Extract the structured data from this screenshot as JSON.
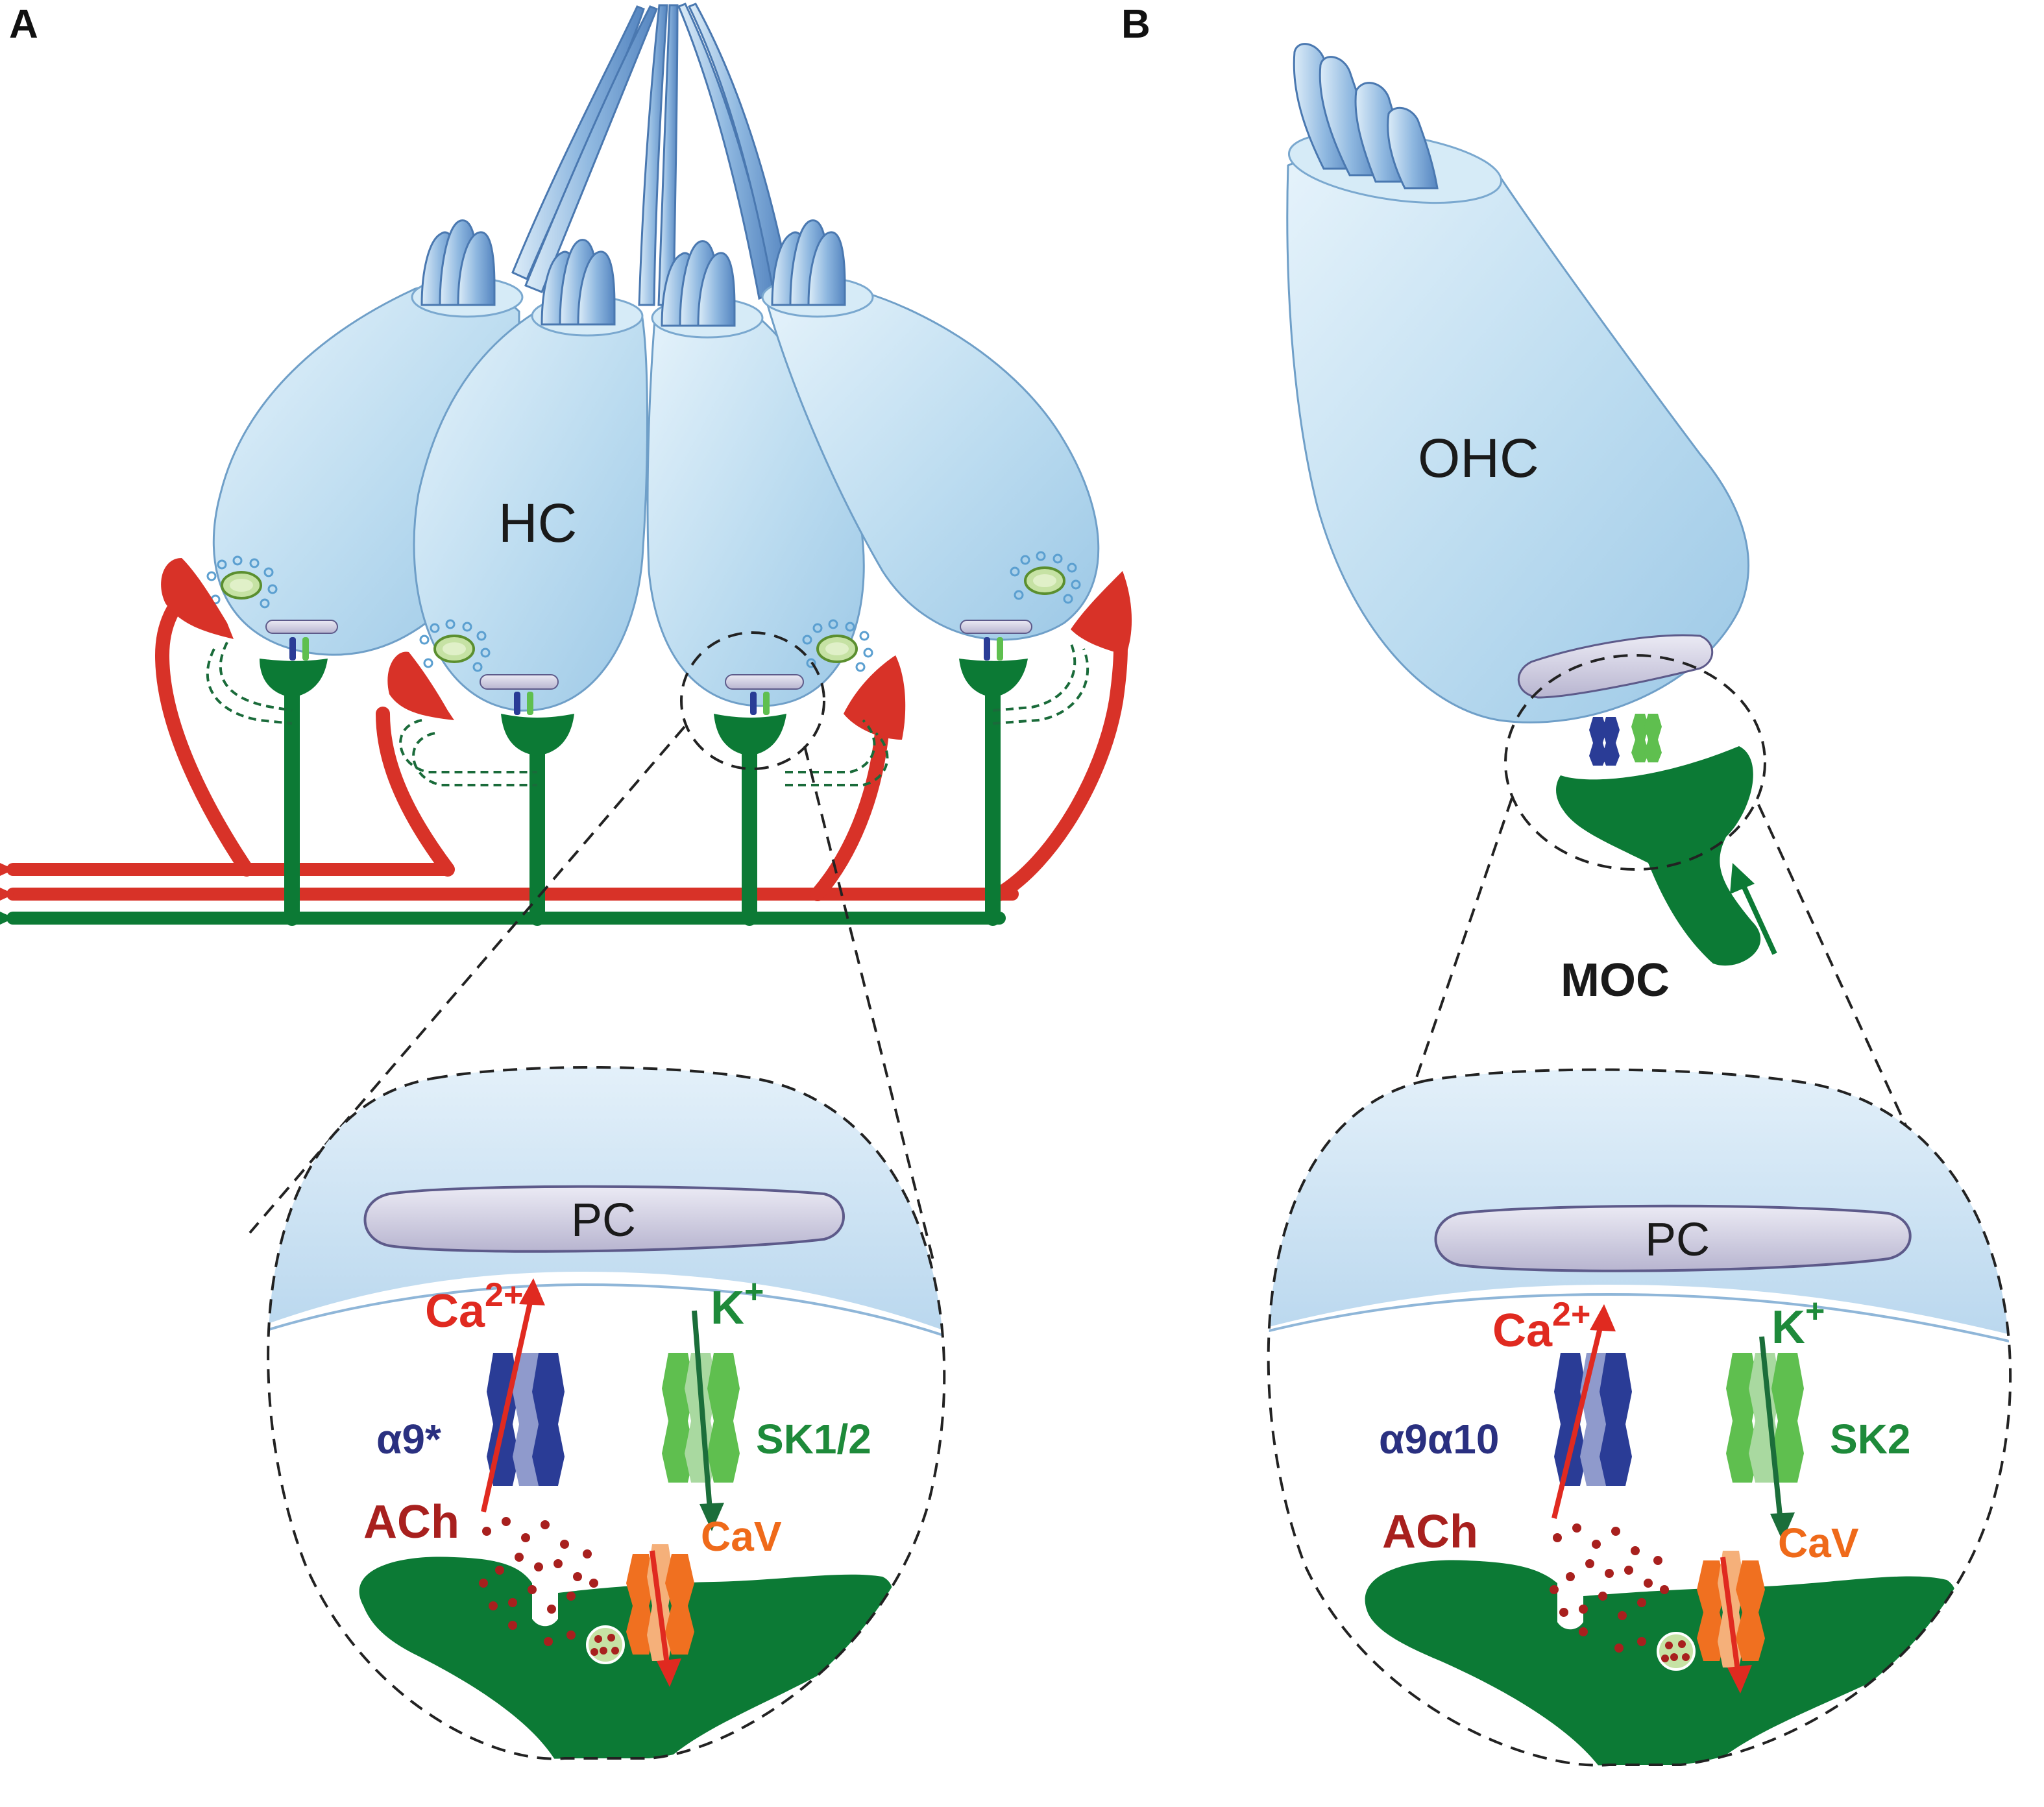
{
  "panels": [
    {
      "id": "A",
      "letter": "A",
      "cell_label": "HC",
      "pc_label": "PC",
      "ca_ion": "Ca",
      "ca_charge": "2+",
      "k_ion": "K",
      "k_charge": "+",
      "receptor_label": "α9*",
      "sk_label": "SK1/2",
      "ach_label": "ACh",
      "cav_label": "CaV"
    },
    {
      "id": "B",
      "letter": "B",
      "cell_label": "OHC",
      "fiber_label": "MOC",
      "pc_label": "PC",
      "ca_ion": "Ca",
      "ca_charge": "2+",
      "k_ion": "K",
      "k_charge": "+",
      "receptor_label": "α9α10",
      "sk_label": "SK2",
      "ach_label": "ACh",
      "cav_label": "CaV"
    }
  ],
  "colors": {
    "hair_cell": "#bcdcf0",
    "hair_cell_edge": "#6f9fc8",
    "efferent_green": "#0c7a35",
    "afferent_red": "#d83228",
    "receptor_blue": "#2a3c96",
    "sk_green": "#5fbf4f",
    "cav_orange": "#f07020",
    "ach_red": "#a8201e",
    "ca_arrow_red": "#e02a20",
    "cistern_purple": "#c8c5dc",
    "label_navy": "#2a3080",
    "label_green": "#1e8a3a",
    "label_orange": "#ef6a1a"
  }
}
